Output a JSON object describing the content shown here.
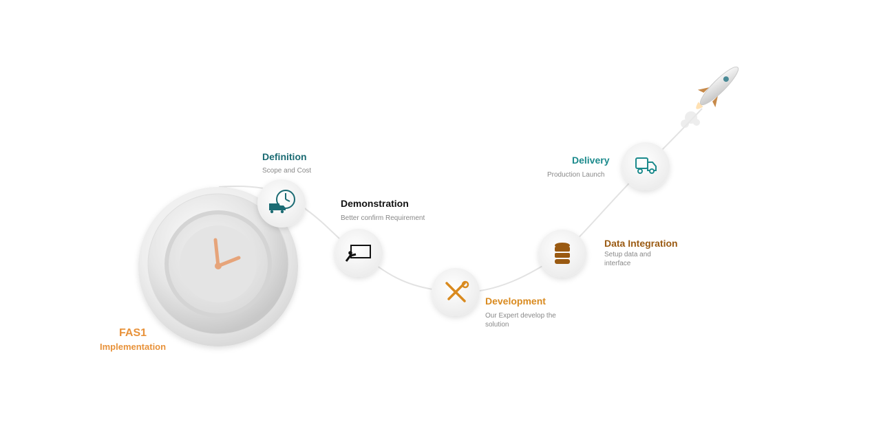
{
  "brand": {
    "line1": "FAS1",
    "line2": "Implementation",
    "color": "#e8923a"
  },
  "colors": {
    "teal": "#1b6b73",
    "orange": "#d98a1f",
    "brown": "#9a5a12",
    "path": "#e3e3e3",
    "node": "#f2f2f2"
  },
  "steps": [
    {
      "title": "Definition",
      "subtitle": "Scope and Cost",
      "icon": "truck-clock-icon",
      "color": "#1b6b73"
    },
    {
      "title": "Demonstration",
      "subtitle": "Better confirm Requirement",
      "icon": "presentation-board-icon",
      "color": "#111111"
    },
    {
      "title": "Development",
      "subtitle": "Our Expert develop the solution",
      "icon": "tools-icon",
      "color": "#d98a1f"
    },
    {
      "title": "Data Integration",
      "subtitle": "Setup data and interface",
      "icon": "database-icon",
      "color": "#9a5a12"
    },
    {
      "title": "Delivery",
      "subtitle": "Production Launch",
      "icon": "delivery-truck-icon",
      "color": "#1b8a8c"
    }
  ]
}
